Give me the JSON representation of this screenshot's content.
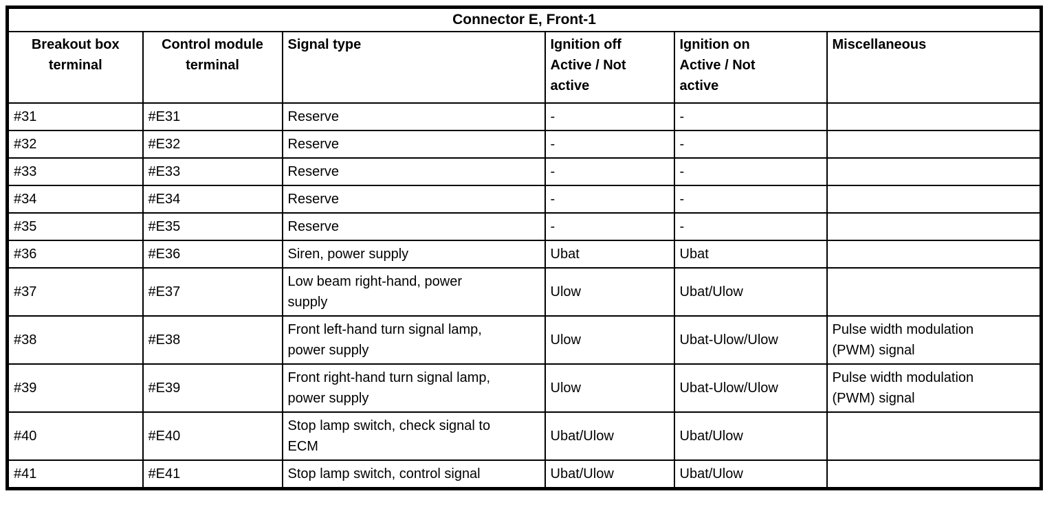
{
  "colors": {
    "border": "#000000",
    "background": "#ffffff",
    "text": "#000000"
  },
  "table": {
    "title": "Connector E, Front-1",
    "columns": [
      {
        "label": "Breakout box\nterminal",
        "align": "center"
      },
      {
        "label": "Control module\nterminal",
        "align": "center"
      },
      {
        "label": "Signal type",
        "align": "left"
      },
      {
        "label": "Ignition off\nActive / Not\nactive",
        "align": "left"
      },
      {
        "label": "Ignition on\nActive / Not\nactive",
        "align": "left"
      },
      {
        "label": "Miscellaneous",
        "align": "left"
      }
    ],
    "rows": [
      [
        "#31",
        "#E31",
        "Reserve",
        "-",
        "-",
        ""
      ],
      [
        "#32",
        "#E32",
        "Reserve",
        "-",
        "-",
        ""
      ],
      [
        "#33",
        "#E33",
        "Reserve",
        "-",
        "-",
        ""
      ],
      [
        "#34",
        "#E34",
        "Reserve",
        "-",
        "-",
        ""
      ],
      [
        "#35",
        "#E35",
        "Reserve",
        "-",
        "-",
        ""
      ],
      [
        "#36",
        "#E36",
        "Siren, power supply",
        "Ubat",
        "Ubat",
        ""
      ],
      [
        "#37",
        "#E37",
        "Low beam right-hand, power\nsupply",
        "Ulow",
        "Ubat/Ulow",
        ""
      ],
      [
        "#38",
        "#E38",
        "Front left-hand turn signal lamp,\npower supply",
        "Ulow",
        "Ubat-Ulow/Ulow",
        "Pulse width modulation\n(PWM) signal"
      ],
      [
        "#39",
        "#E39",
        "Front right-hand turn signal lamp,\npower supply",
        "Ulow",
        "Ubat-Ulow/Ulow",
        "Pulse width modulation\n(PWM) signal"
      ],
      [
        "#40",
        "#E40",
        "Stop lamp switch, check signal to\nECM",
        "Ubat/Ulow",
        "Ubat/Ulow",
        ""
      ],
      [
        "#41",
        "#E41",
        "Stop lamp switch, control signal",
        "Ubat/Ulow",
        "Ubat/Ulow",
        ""
      ]
    ]
  }
}
